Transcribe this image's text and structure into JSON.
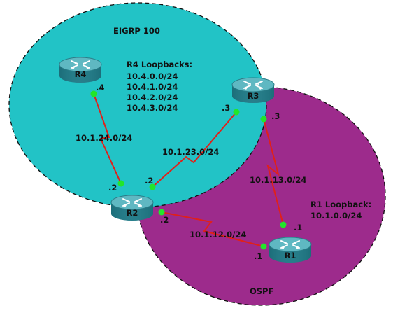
{
  "areas": {
    "eigrp": {
      "label": "EIGRP 100",
      "color": "#22c3c6"
    },
    "ospf": {
      "label": "OSPF",
      "color": "#9d2b8c"
    }
  },
  "routers": {
    "r1": {
      "label": "R1"
    },
    "r2": {
      "label": "R2"
    },
    "r3": {
      "label": "R3"
    },
    "r4": {
      "label": "R4"
    }
  },
  "links": {
    "r2_r4": {
      "subnet": "10.1.24.0/24",
      "r2_iface": ".2",
      "r4_iface": ".4"
    },
    "r2_r3": {
      "subnet": "10.1.23.0/24",
      "r2_iface": ".2",
      "r3_iface": ".3"
    },
    "r1_r3": {
      "subnet": "10.1.13.0/24",
      "r3_iface": ".3",
      "r1_iface": ".1"
    },
    "r1_r2": {
      "subnet": "10.1.12.0/24",
      "r2_iface": ".2",
      "r1_iface": ".1"
    }
  },
  "loopbacks": {
    "r4": {
      "title": "R4 Loopbacks:",
      "lines": [
        "10.4.0.0/24",
        "10.4.1.0/24",
        "10.4.2.0/24",
        "10.4.3.0/24"
      ]
    },
    "r1": {
      "title": "R1 Loopback:",
      "lines": [
        "10.1.0.0/24"
      ]
    }
  },
  "colors": {
    "link": "#e0201a",
    "endpoint": "#22e62a",
    "router_body": "#2a8a94",
    "router_top": "#57b3bc",
    "router_arrows": "#ffffff"
  }
}
